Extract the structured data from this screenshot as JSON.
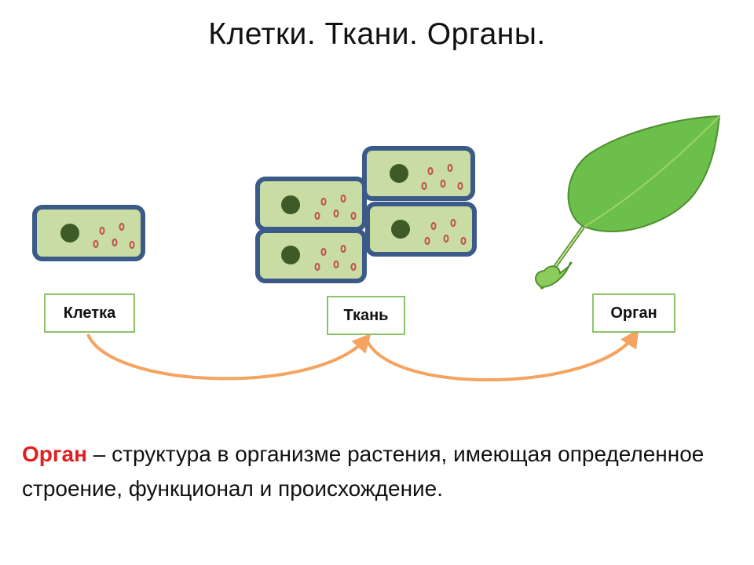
{
  "title": "Клетки. Ткани. Органы.",
  "labels": {
    "cell": "Клетка",
    "tissue": "Ткань",
    "organ": "Орган"
  },
  "definition": {
    "term": "Орган",
    "text": " – структура в организме растения, имеющая определенное строение, функционал и происхождение."
  },
  "colors": {
    "cell_fill": "#c8dca4",
    "cell_border": "#3b5a87",
    "nucleus": "#3e5b27",
    "vacuole_dot": "#c0504d",
    "label_border": "#8cc36a",
    "arrow": "#f4a460",
    "leaf": "#6cbf4a",
    "definition_term": "#e02020"
  }
}
